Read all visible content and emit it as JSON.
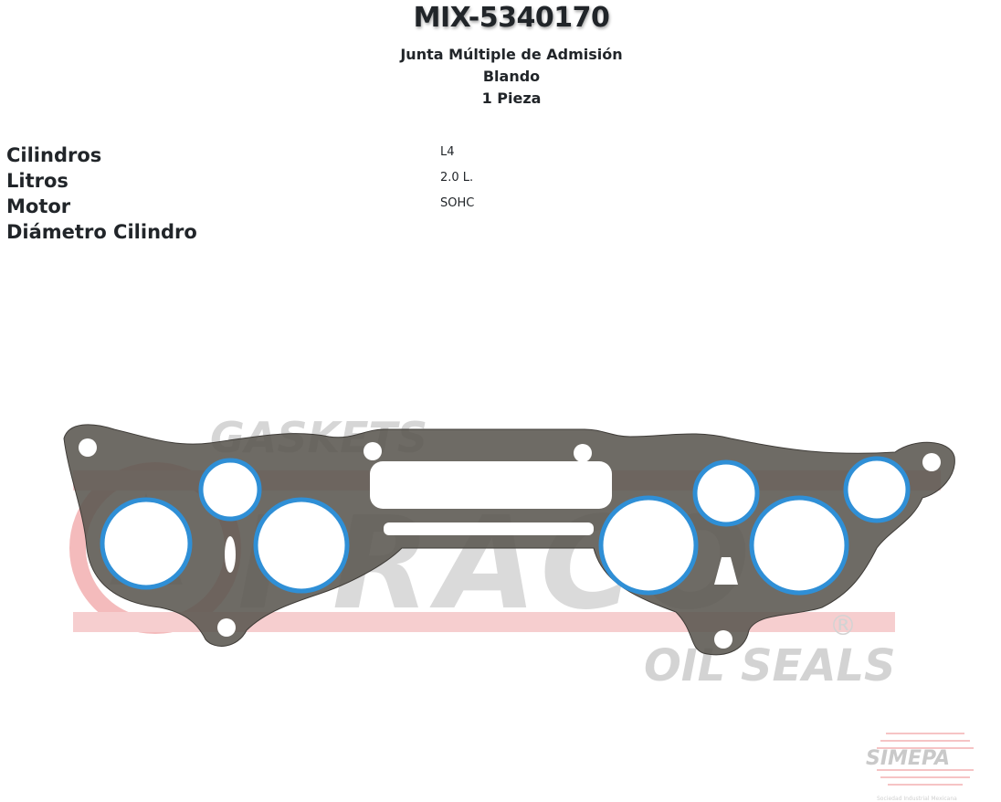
{
  "product": {
    "part_number": "MIX-5340170",
    "description_lines": [
      "Junta Múltiple de Admisión",
      "Blando",
      "1 Pieza"
    ]
  },
  "specs": [
    {
      "label": "Cilindros",
      "value": "L4"
    },
    {
      "label": "Litros",
      "value": "2.0 L."
    },
    {
      "label": "Motor",
      "value": "SOHC"
    },
    {
      "label": "Diámetro Cilindro",
      "value": ""
    }
  ],
  "image": {
    "watermark_top": "GASKETS",
    "watermark_brand": "FRACO",
    "watermark_bottom": "OIL SEALS",
    "registered_mark": "®",
    "colors": {
      "gasket": "#5a5650",
      "ring": "#2f8fd6",
      "watermark_red": "#e8585a",
      "watermark_gray": "#c8c8c8"
    }
  },
  "footer_logo": {
    "name": "SIMEPA",
    "tagline": "Sociedad Industrial Mexicana"
  }
}
